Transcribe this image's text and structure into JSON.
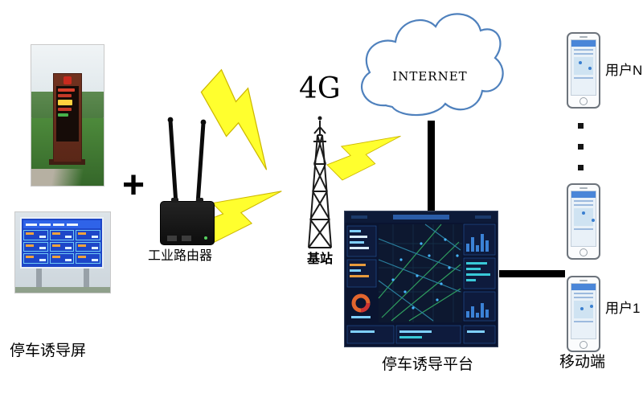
{
  "labels": {
    "screen_caption": "停车诱导屏",
    "plus": "+",
    "router": "工业路由器",
    "four_g": "4G",
    "base_station": "基站",
    "internet": "INTERNET",
    "platform_caption": "停车诱导平台",
    "user_top": "用户N",
    "user_bottom": "用户1",
    "mobile_caption": "移动端"
  },
  "colors": {
    "lightning_fill": "#ffff2e",
    "lightning_edge": "#cdb800",
    "cloud_stroke": "#4f81bd",
    "connector": "#000000"
  }
}
